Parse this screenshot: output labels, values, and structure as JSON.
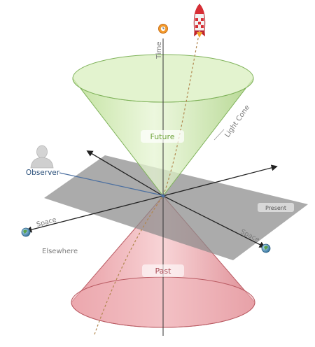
{
  "labels": {
    "time": "Time",
    "light_cone": "Light Cone",
    "future": "Future",
    "past": "Past",
    "present": "Present",
    "observer": "Observer",
    "space_left": "Space",
    "space_right": "Space",
    "elsewhere": "Elsewhere"
  },
  "colors": {
    "future_fill": "#cfeaa8",
    "future_stroke": "#7fb25a",
    "past_fill": "#e8a3a8",
    "past_stroke": "#b95a62",
    "plane_fill": "#8c8c8c",
    "observer_line": "#4b6fa0",
    "worldline": "#b0864d",
    "future_text": "#6ea23a",
    "past_text": "#a84a55",
    "label_text": "#7a7a7a",
    "observer_text": "#2a4f7a"
  },
  "icons": [
    "rocket-icon",
    "clock-icon",
    "globe-icon",
    "person-icon"
  ]
}
